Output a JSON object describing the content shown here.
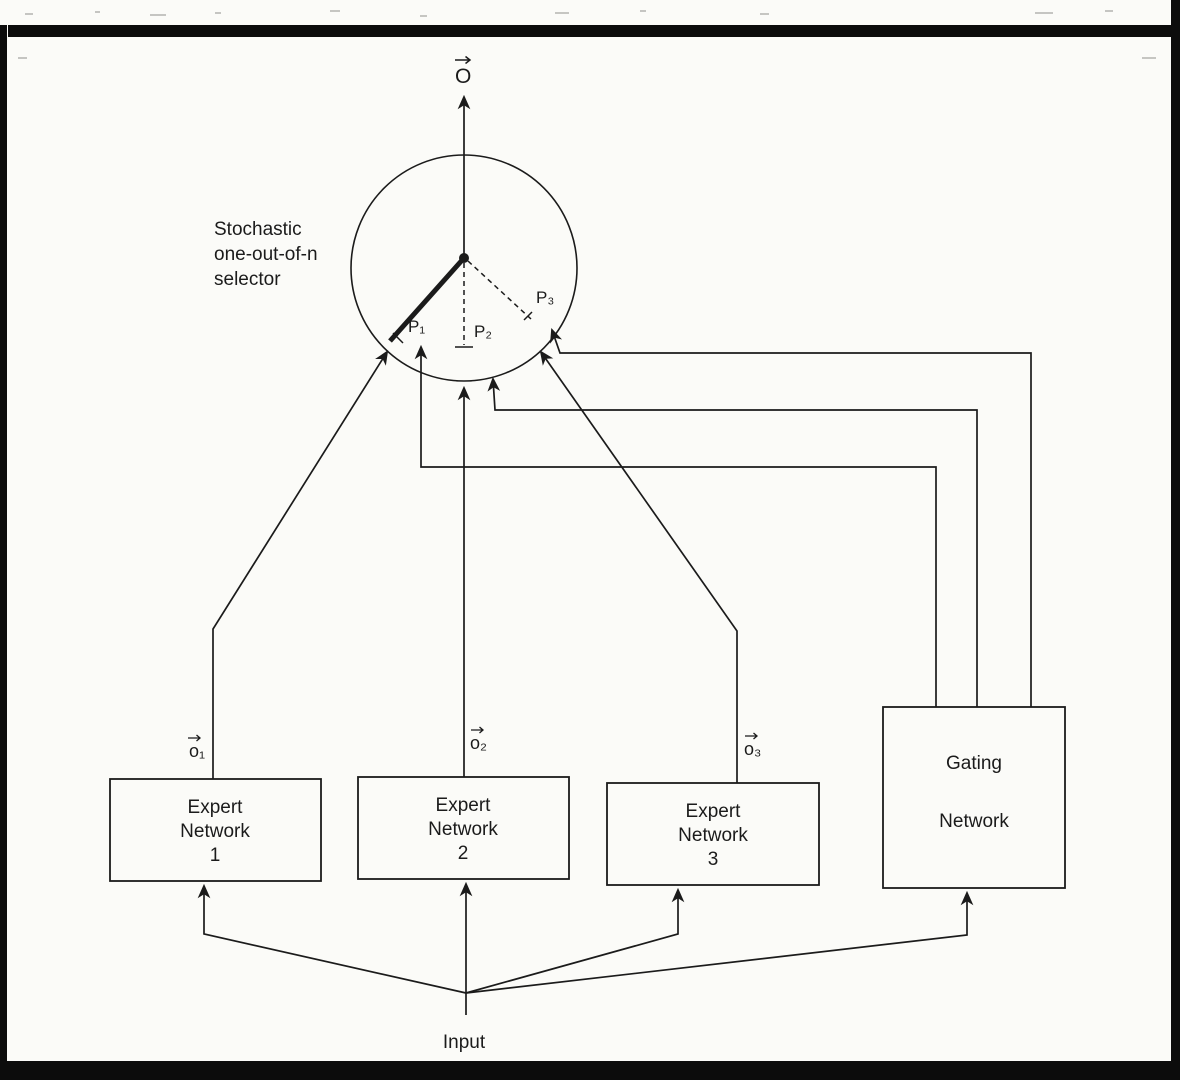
{
  "figure": {
    "selector": {
      "label_lines": [
        "Stochastic",
        "one-out-of-n",
        "selector"
      ],
      "output_label": "O",
      "p_labels": [
        "P₁",
        "P₂",
        "P₃"
      ]
    },
    "experts": [
      {
        "lines": [
          "Expert",
          "Network",
          "1"
        ],
        "output_label": "o₁"
      },
      {
        "lines": [
          "Expert",
          "Network",
          "2"
        ],
        "output_label": "o₂"
      },
      {
        "lines": [
          "Expert",
          "Network",
          "3"
        ],
        "output_label": "o₃"
      }
    ],
    "gating": {
      "lines": [
        "Gating",
        "Network"
      ]
    },
    "input_label": "Input",
    "ink_color": "#1b1b1b",
    "paper_color": "#fbfbf8"
  }
}
